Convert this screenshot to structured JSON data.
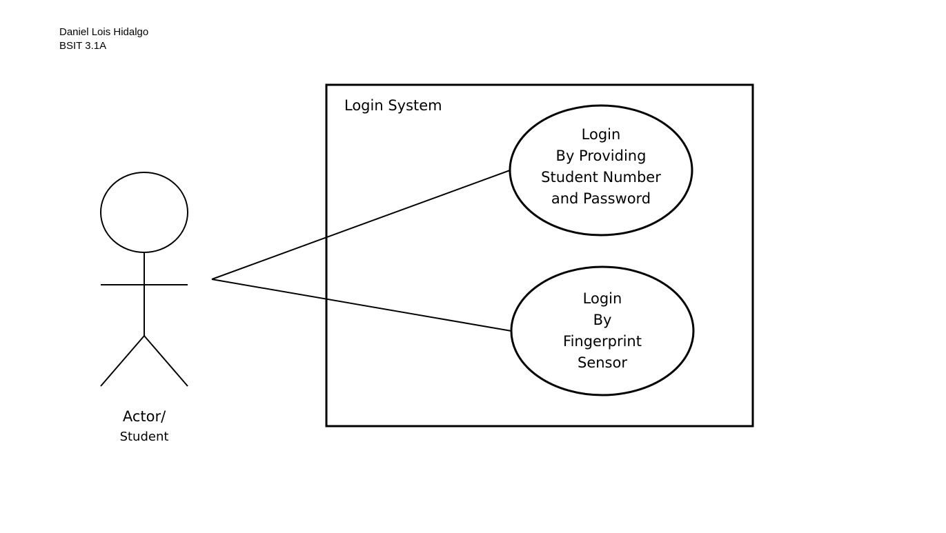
{
  "author": {
    "name": "Daniel Lois Hidalgo",
    "section": "BSIT 3.1A"
  },
  "system": {
    "label": "Login System"
  },
  "actor": {
    "label_line1": "Actor/",
    "label_line2": "Student"
  },
  "use_cases": [
    {
      "lines": [
        "Login",
        "By Providing",
        "Student Number",
        "and Password"
      ]
    },
    {
      "lines": [
        "Login",
        "By",
        "Fingerprint",
        "Sensor"
      ]
    }
  ],
  "colors": {
    "stroke": "#000000",
    "background": "#ffffff"
  }
}
